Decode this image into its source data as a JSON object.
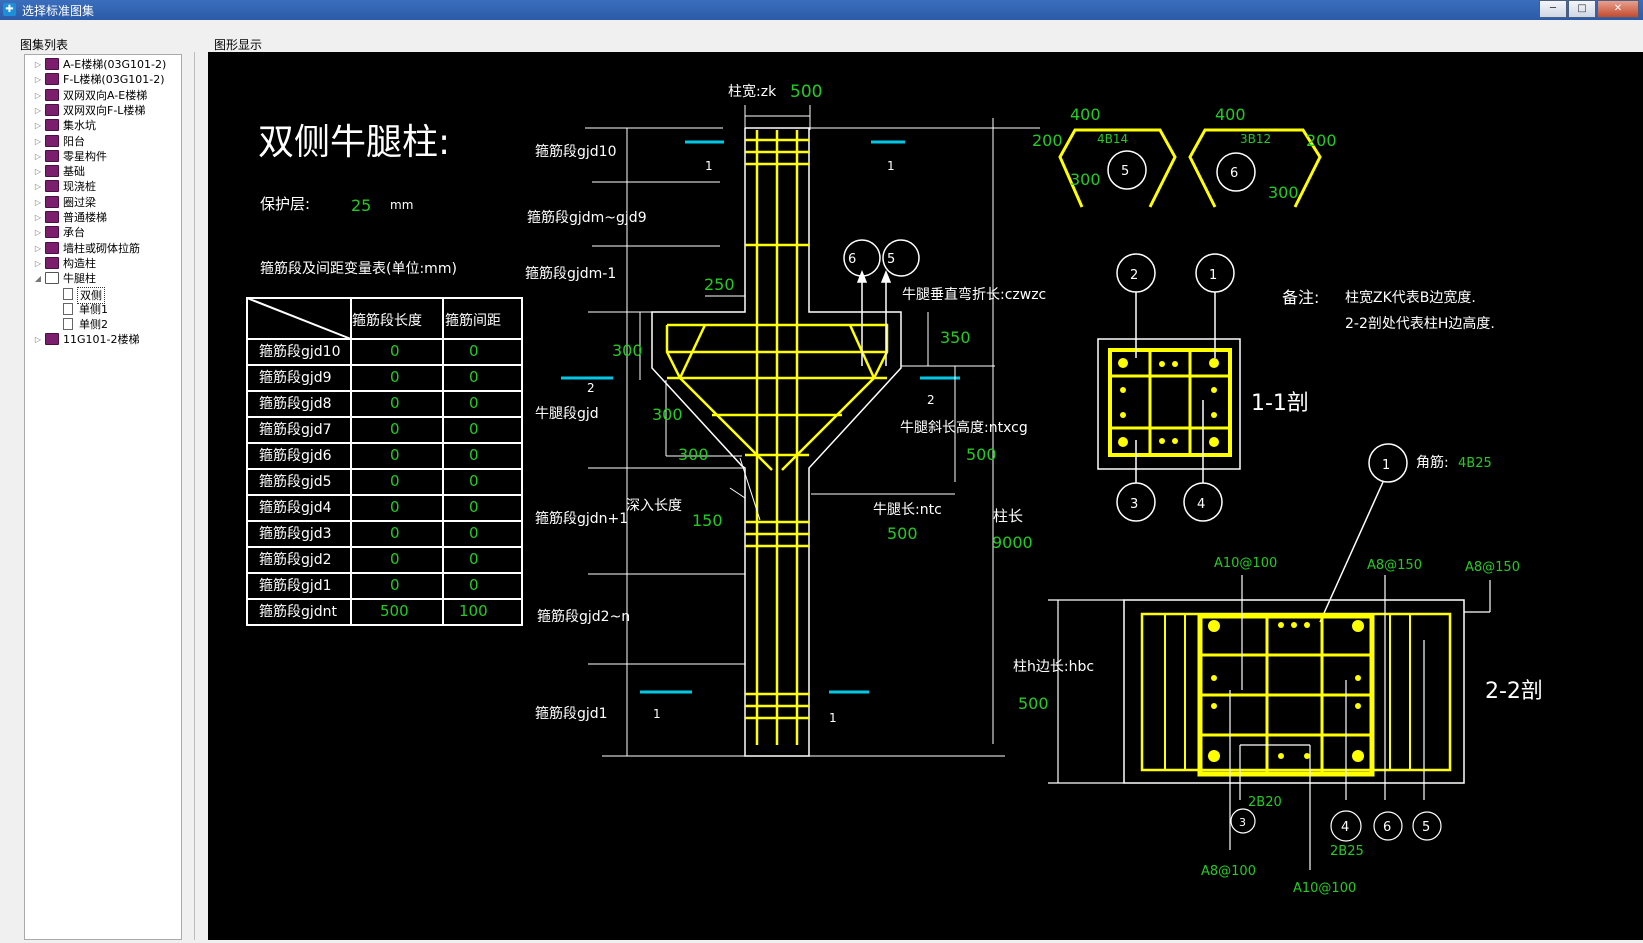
{
  "window": {
    "title": "选择标准图集",
    "buttons": [
      "─",
      "□",
      "✕"
    ]
  },
  "left_panel": {
    "title": "图集列表"
  },
  "right_panel": {
    "title": "图形显示"
  },
  "tree": [
    {
      "label": "A-E楼梯(03G101-2)",
      "level": 0,
      "type": "book"
    },
    {
      "label": "F-L楼梯(03G101-2)",
      "level": 0,
      "type": "book"
    },
    {
      "label": "双网双向A-E楼梯",
      "level": 0,
      "type": "book"
    },
    {
      "label": "双网双向F-L楼梯",
      "level": 0,
      "type": "book"
    },
    {
      "label": "集水坑",
      "level": 0,
      "type": "book"
    },
    {
      "label": "阳台",
      "level": 0,
      "type": "book"
    },
    {
      "label": "零星构件",
      "level": 0,
      "type": "book"
    },
    {
      "label": "基础",
      "level": 0,
      "type": "book"
    },
    {
      "label": "现浇桩",
      "level": 0,
      "type": "book"
    },
    {
      "label": "圈过梁",
      "level": 0,
      "type": "book"
    },
    {
      "label": "普通楼梯",
      "level": 0,
      "type": "book"
    },
    {
      "label": "承台",
      "level": 0,
      "type": "book"
    },
    {
      "label": "墙柱或砌体拉筋",
      "level": 0,
      "type": "book"
    },
    {
      "label": "构造柱",
      "level": 0,
      "type": "book"
    },
    {
      "label": "牛腿柱",
      "level": 0,
      "type": "book-open"
    },
    {
      "label": "双侧",
      "level": 1,
      "type": "doc",
      "selected": true
    },
    {
      "label": "单侧1",
      "level": 1,
      "type": "doc"
    },
    {
      "label": "单侧2",
      "level": 1,
      "type": "doc"
    },
    {
      "label": "11G101-2楼梯",
      "level": 0,
      "type": "book"
    }
  ],
  "drawing": {
    "title": "双侧牛腿柱:",
    "cover_label": "保护层:",
    "cover_value": "25",
    "cover_unit": "mm",
    "table_title": "箍筋段及间距变量表(单位:mm)",
    "table_headers": [
      "箍筋段长度",
      "箍筋间距"
    ],
    "table_rows": [
      [
        "箍筋段gjd10",
        "0",
        "0"
      ],
      [
        "箍筋段gjd9",
        "0",
        "0"
      ],
      [
        "箍筋段gjd8",
        "0",
        "0"
      ],
      [
        "箍筋段gjd7",
        "0",
        "0"
      ],
      [
        "箍筋段gjd6",
        "0",
        "0"
      ],
      [
        "箍筋段gjd5",
        "0",
        "0"
      ],
      [
        "箍筋段gjd4",
        "0",
        "0"
      ],
      [
        "箍筋段gjd3",
        "0",
        "0"
      ],
      [
        "箍筋段gjd2",
        "0",
        "0"
      ],
      [
        "箍筋段gjd1",
        "0",
        "0"
      ],
      [
        "箍筋段gjdnt",
        "500",
        "100"
      ]
    ],
    "col_width_label": "柱宽:zk",
    "col_width_value": "500",
    "seg_labels": {
      "gjd10": "箍筋段gjd10",
      "gjdm_gjd9": "箍筋段gjdm~gjd9",
      "gjdm1": "箍筋段gjdm-1",
      "nt_gjd": "牛腿段gjd",
      "gjdn1": "箍筋段gjdn+1",
      "gjd2n": "箍筋段gjd2~n",
      "gjd1": "箍筋段gjd1"
    },
    "dims": {
      "d250": "250",
      "d300a": "300",
      "d300b": "300",
      "d300c": "300",
      "d350": "350",
      "d500": "500",
      "d150": "150",
      "ntc_value": "500",
      "col_len_value": "9000"
    },
    "labels": {
      "czwzc": "牛腿垂直弯折长:czwzc",
      "ntxcg": "牛腿斜长高度:ntxcg",
      "ntc": "牛腿长:ntc",
      "depth": "深入长度",
      "col_len": "柱长",
      "sec_mark_1": "1",
      "sec_mark_2": "2"
    },
    "bubbles": {
      "b6": "6",
      "b5": "5"
    },
    "hooks": {
      "left": {
        "top": "400",
        "left": "200",
        "bottom": "300",
        "bar": "4B14",
        "num": "5"
      },
      "right": {
        "top": "400",
        "right": "200",
        "bottom": "300",
        "bar": "3B12",
        "num": "6"
      }
    },
    "notes_title": "备注:",
    "notes": [
      "柱宽ZK代表B边宽度.",
      "2-2剖处代表柱H边高度."
    ],
    "section11": {
      "title": "1-1剖",
      "bubbles": [
        "2",
        "1",
        "3",
        "4"
      ]
    },
    "corner_bar": {
      "num": "1",
      "label": "角筋:",
      "value": "4B25"
    },
    "section22": {
      "title": "2-2剖",
      "hbc_label": "柱h边长:hbc",
      "hbc_value": "500",
      "rebar_top": [
        "A10@100",
        "A8@150",
        "A8@150"
      ],
      "rebar_bottom": [
        "2B20",
        "A8@100",
        "A10@100",
        "2B25"
      ],
      "bubbles": [
        "3",
        "4",
        "6",
        "5"
      ]
    }
  },
  "colors": {
    "yellow": "#ffff00",
    "white": "#ffffff",
    "green": "#22cc22",
    "cyan": "#00c8e6"
  }
}
